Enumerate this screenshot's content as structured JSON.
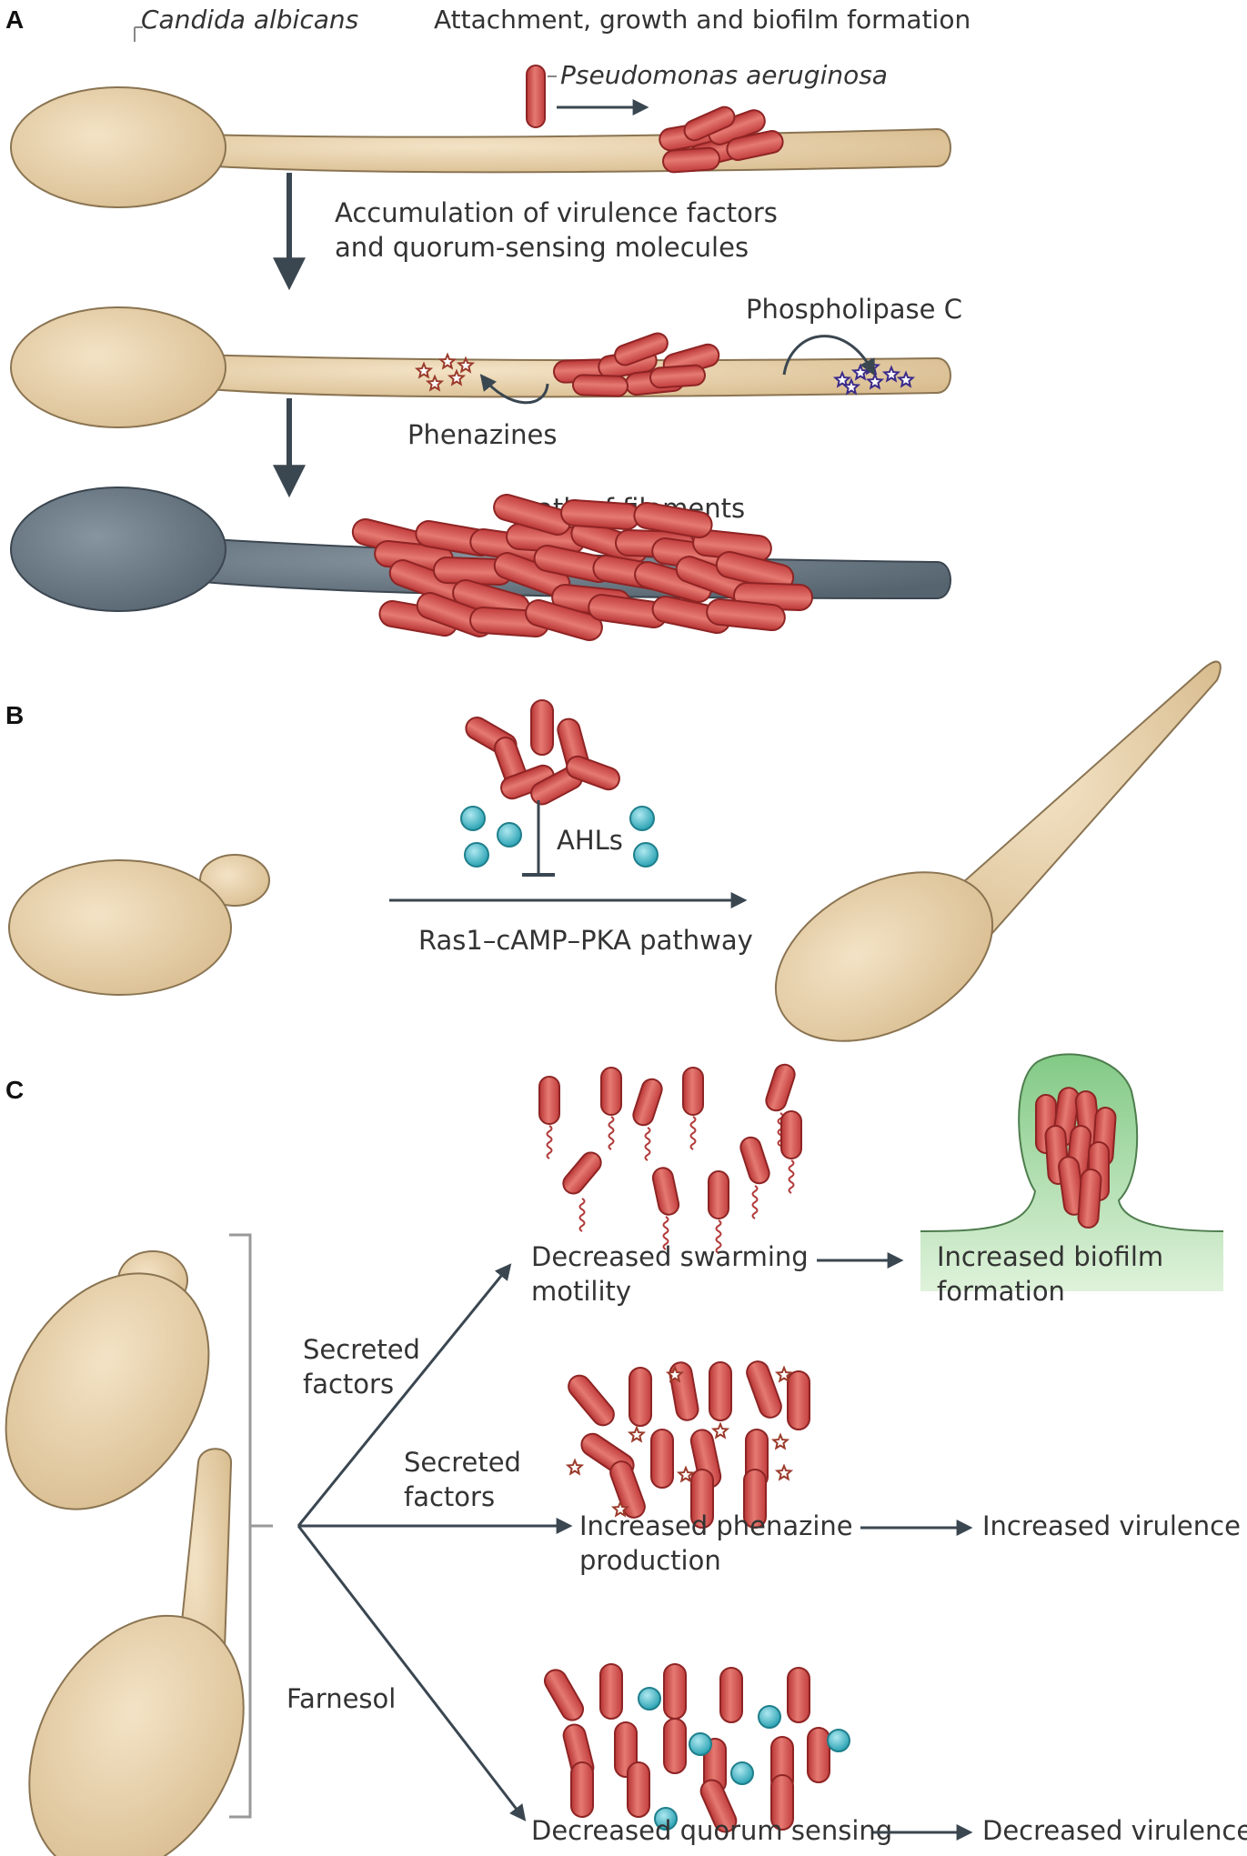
{
  "panels": {
    "a": "A",
    "b": "B",
    "c": "C"
  },
  "panel_a": {
    "organism_fungus": "Candida albicans",
    "heading": "Attachment, growth and biofilm formation",
    "organism_bacterium": "Pseudomonas aeruginosa",
    "step1_line1": "Accumulation of virulence factors",
    "step1_line2": "and quorum-sensing molecules",
    "phospholipase": "Phospholipase C",
    "phenazines": "Phenazines",
    "death": "Death of filaments"
  },
  "panel_b": {
    "signal": "AHLs",
    "pathway": "Ras1–cAMP–PKA pathway"
  },
  "panel_c": {
    "secreted1_line1": "Secreted",
    "secreted1_line2": "factors",
    "secreted2_line1": "Secreted",
    "secreted2_line2": "factors",
    "farnesol": "Farnesol",
    "swarming_line1": "Decreased swarming",
    "swarming_line2": "motility",
    "biofilm_line1": "Increased biofilm",
    "biofilm_line2": "formation",
    "phenazine_line1": "Increased phenazine",
    "phenazine_line2": "production",
    "virulence_up": "Increased virulence",
    "quorum": "Decreased quorum sensing",
    "virulence_down": "Decreased virulence"
  },
  "colors": {
    "fungus": "#dcc196",
    "fungus_edge": "#8a7452",
    "dead_fungus": "#5c6a75",
    "bacterium": "#cf4a4a",
    "bacterium_edge": "#8e2424",
    "ahl": "#3fb6c6",
    "biofilm": "#8ccf86",
    "arrow": "#3a4650"
  }
}
